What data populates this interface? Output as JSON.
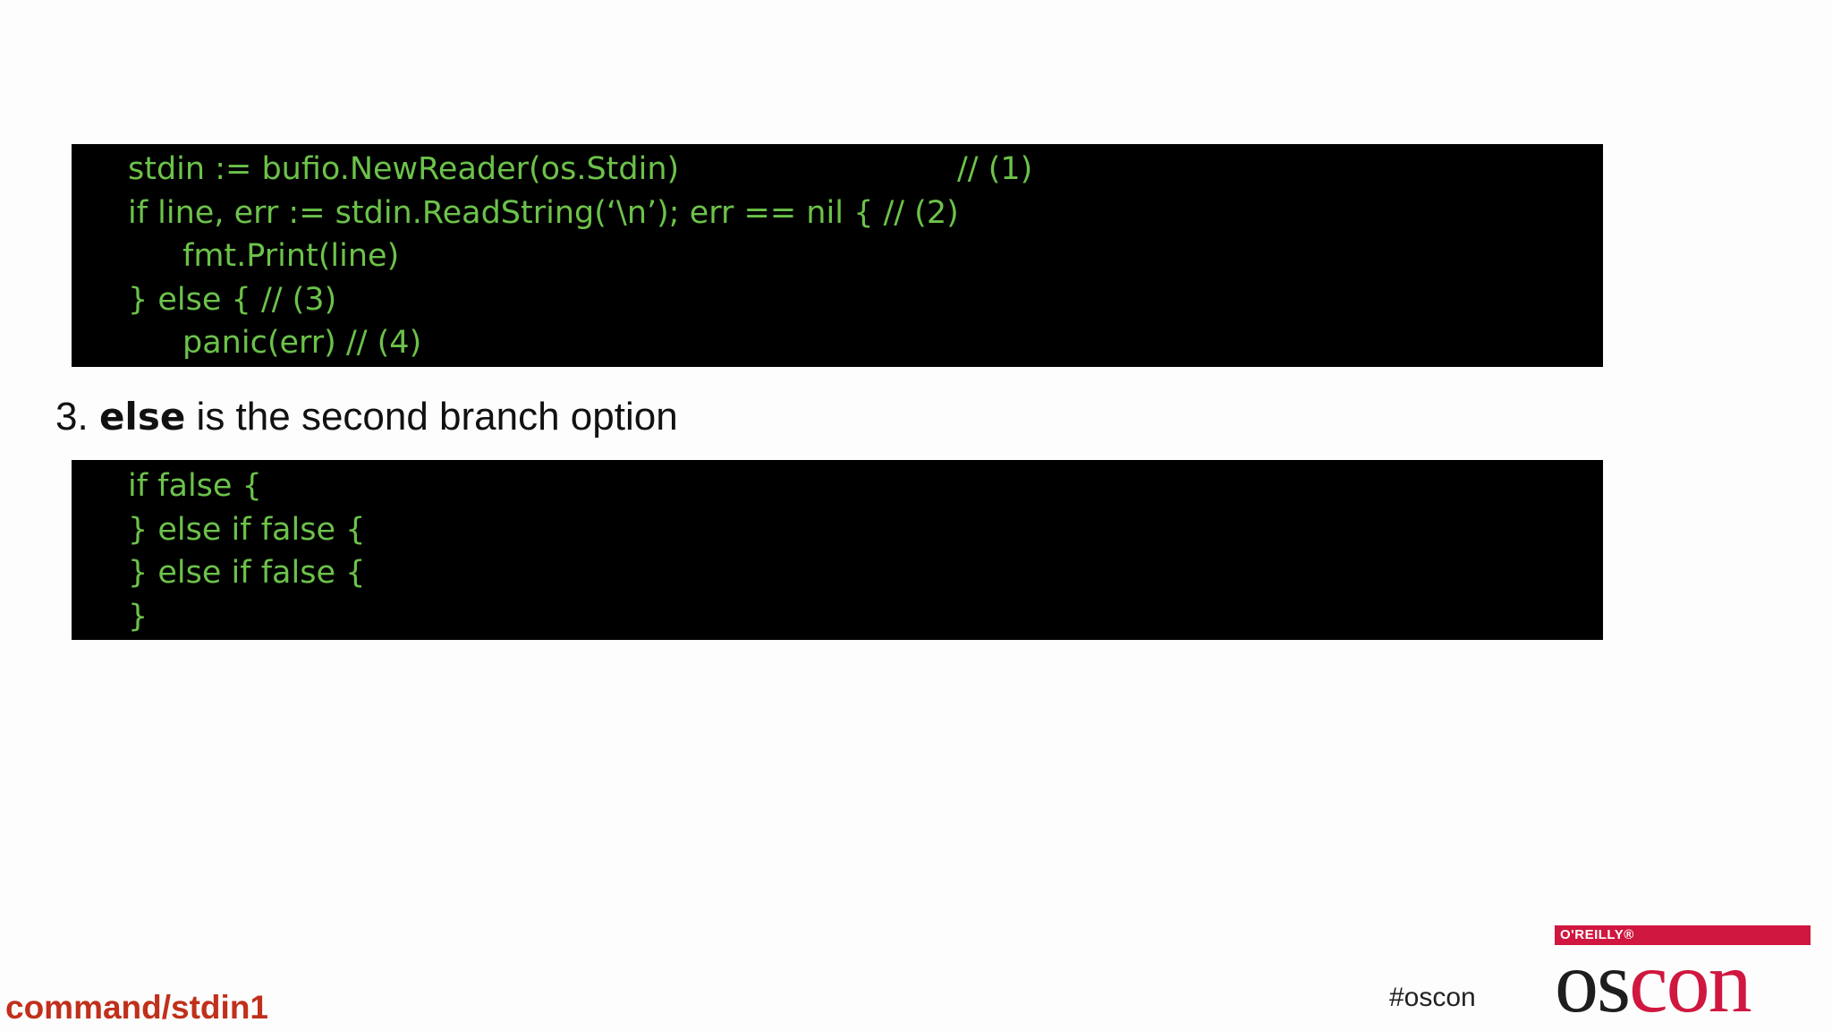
{
  "slide": {
    "code_block_1": {
      "lines": [
        "stdin := bufio.NewReader(os.Stdin)",
        "if line, err := stdin.ReadString(‘\\n’); err == nil { // (2)",
        "fmt.Print(line)",
        "} else { // (3)",
        "panic(err) // (4)"
      ],
      "comment_1": "// (1)"
    },
    "bullet": {
      "number": "3.",
      "keyword": "else",
      "text": "is the second branch option"
    },
    "code_block_2": {
      "lines": [
        "if false {",
        "} else if false {",
        "} else if false {",
        "}"
      ]
    },
    "footer": {
      "source_label": "command/stdin1",
      "hashtag": "#oscon"
    },
    "logo": {
      "publisher": "O'REILLY®",
      "word_left": "os",
      "word_right": "con"
    },
    "colors": {
      "code_text": "#6cc24a",
      "code_background": "#000000",
      "footer_label": "#c0301b",
      "brand_red": "#d0173f"
    }
  }
}
